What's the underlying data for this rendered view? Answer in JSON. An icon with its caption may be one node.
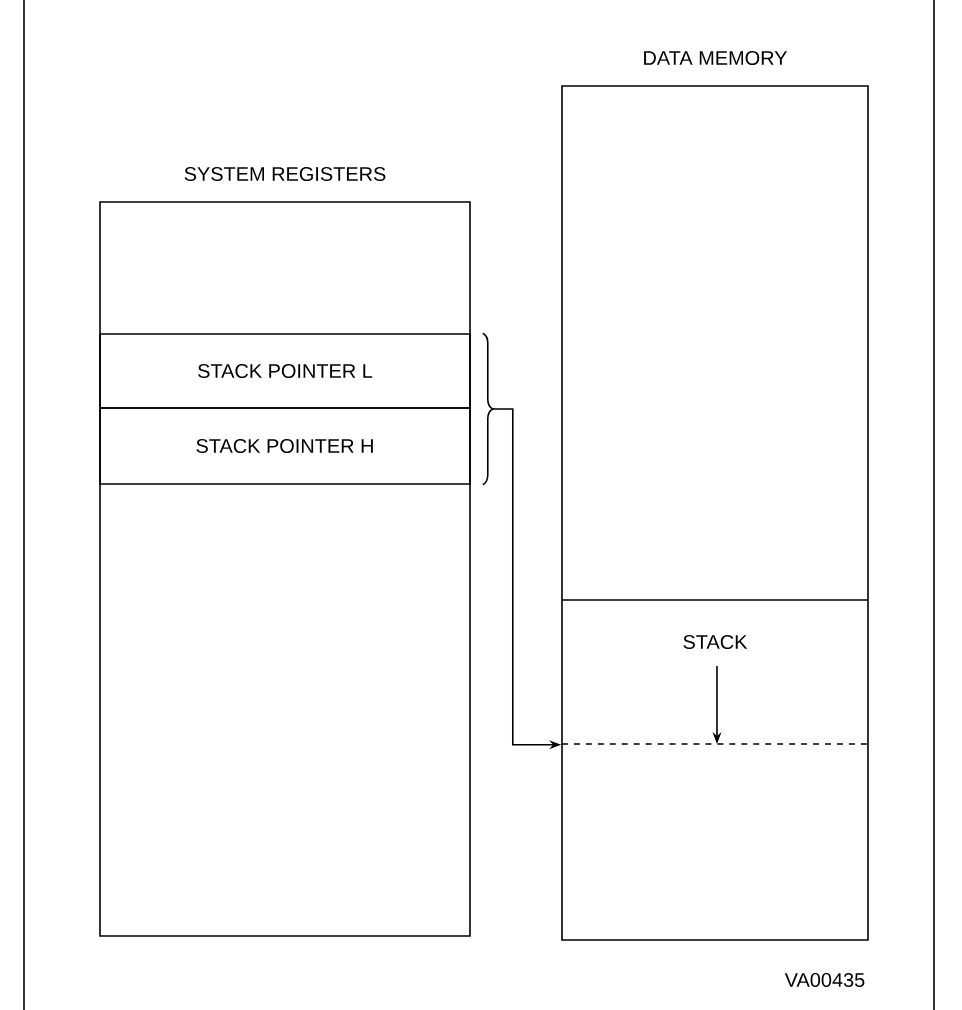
{
  "diagram": {
    "nodes": [
      {
        "text": [
          "SYSTEM REGISTERS"
        ]
      },
      {
        "text": [
          "STACK POINTER L"
        ],
        "in": 0
      },
      {
        "text": [
          "STACK POINTER H"
        ],
        "in": 0
      },
      {
        "text": [
          "DATA MEMORY"
        ]
      },
      {
        "text": [
          "STACK"
        ],
        "in": 3
      }
    ],
    "edges": [
      {
        "from": 1,
        "to": 4,
        "arrow": "to"
      },
      {
        "from": 2,
        "to": 4,
        "arrow": "to"
      }
    ],
    "labels": [
      "VA00435"
    ]
  }
}
